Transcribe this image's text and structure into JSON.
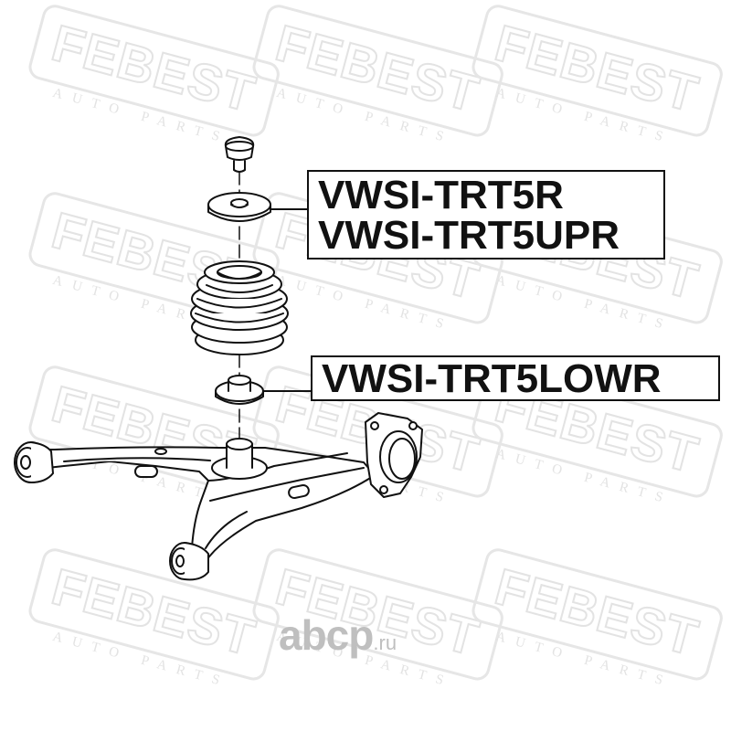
{
  "watermark": {
    "brand": "FEBEST",
    "tagline": "AUTO PARTS"
  },
  "labels": {
    "upper": [
      "VWSI-TRT5R",
      "VWSI-TRT5UPR"
    ],
    "lower": [
      "VWSI-TRT5LOWR"
    ]
  },
  "logo": {
    "name": "abcp",
    "tld": ".ru"
  },
  "colors": {
    "line": "#111111",
    "watermark": "#e3e3e3",
    "logo": "#bfbfbf"
  }
}
